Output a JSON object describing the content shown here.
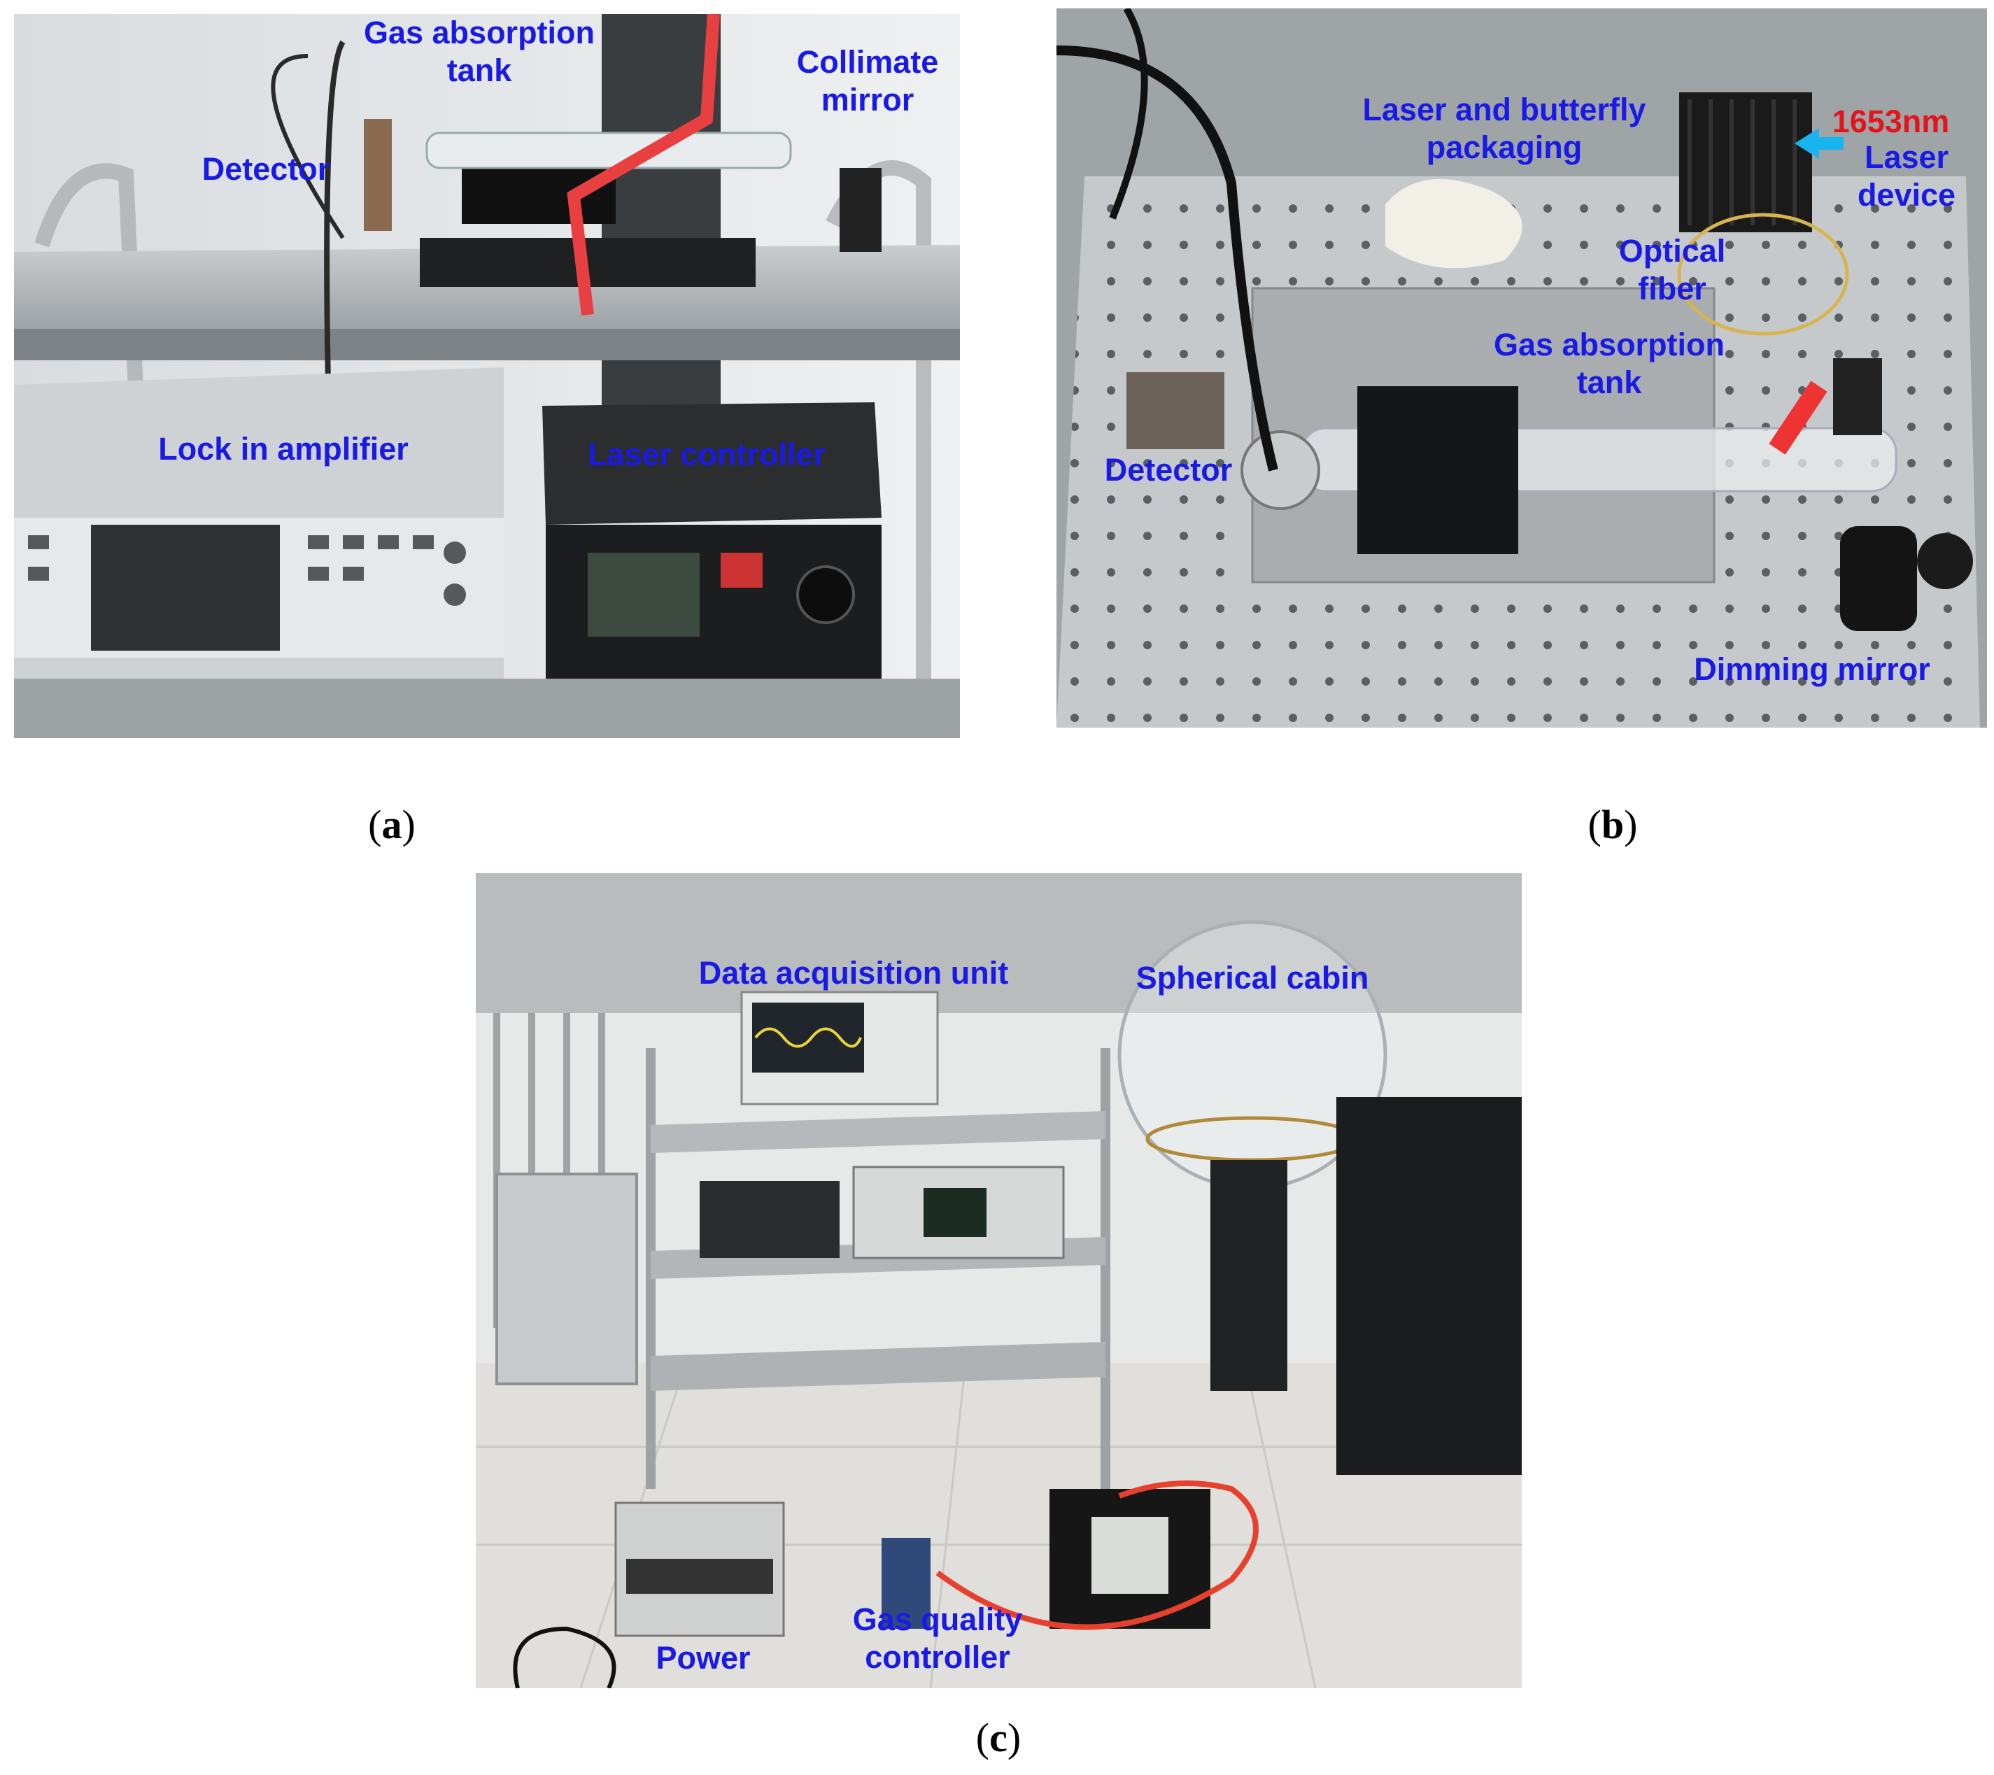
{
  "panel_a": {
    "caption_letter": "a",
    "labels": {
      "gas_absorption_tank": [
        "Gas absorption",
        "tank"
      ],
      "collimate_mirror": [
        "Collimate",
        "mirror"
      ],
      "detector": "Detector",
      "lock_in_amplifier": "Lock in amplifier",
      "laser_controller": "Laser controller"
    }
  },
  "panel_b": {
    "caption_letter": "b",
    "labels": {
      "laser_butterfly": [
        "Laser and butterfly",
        "packaging"
      ],
      "wavelength": "1653nm",
      "laser_device": [
        "Laser",
        "device"
      ],
      "optical_fiber": [
        "Optical",
        "fiber"
      ],
      "gas_absorption_tank": [
        "Gas absorption",
        "tank"
      ],
      "detector": "Detector",
      "dimming_mirror": "Dimming mirror"
    }
  },
  "panel_c": {
    "caption_letter": "c",
    "labels": {
      "data_acquisition_unit": "Data acquisition unit",
      "spherical_cabin": "Spherical cabin",
      "power": "Power",
      "gas_quality_controller": [
        "Gas quality",
        "controller"
      ]
    }
  },
  "colors": {
    "label_blue": "#1a1ae6",
    "label_red": "#e3141a",
    "arrow_cyan": "#19b4f0"
  }
}
